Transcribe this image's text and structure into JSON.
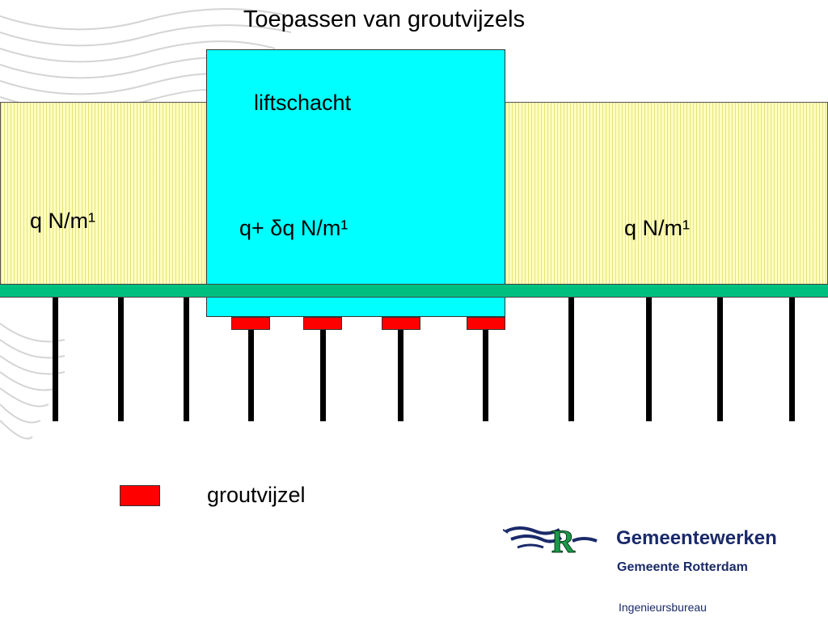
{
  "title": "Toepassen van groutvijzels",
  "shaft_label": "liftschacht",
  "load_left": "q   N/m¹",
  "load_center": "q+ δq   N/m¹",
  "load_right": "q   N/m¹",
  "legend": {
    "label": "groutvijzel",
    "color": "#ff0000"
  },
  "colors": {
    "shaft": "#00ffff",
    "soil": "#ffffc0",
    "beam": "#00c080",
    "jack": "#ff0000"
  },
  "organization": {
    "name": "Gemeentewerken",
    "municipality": "Gemeente Rotterdam",
    "department": "Ingenieursbureau",
    "logo_letter": "R"
  }
}
